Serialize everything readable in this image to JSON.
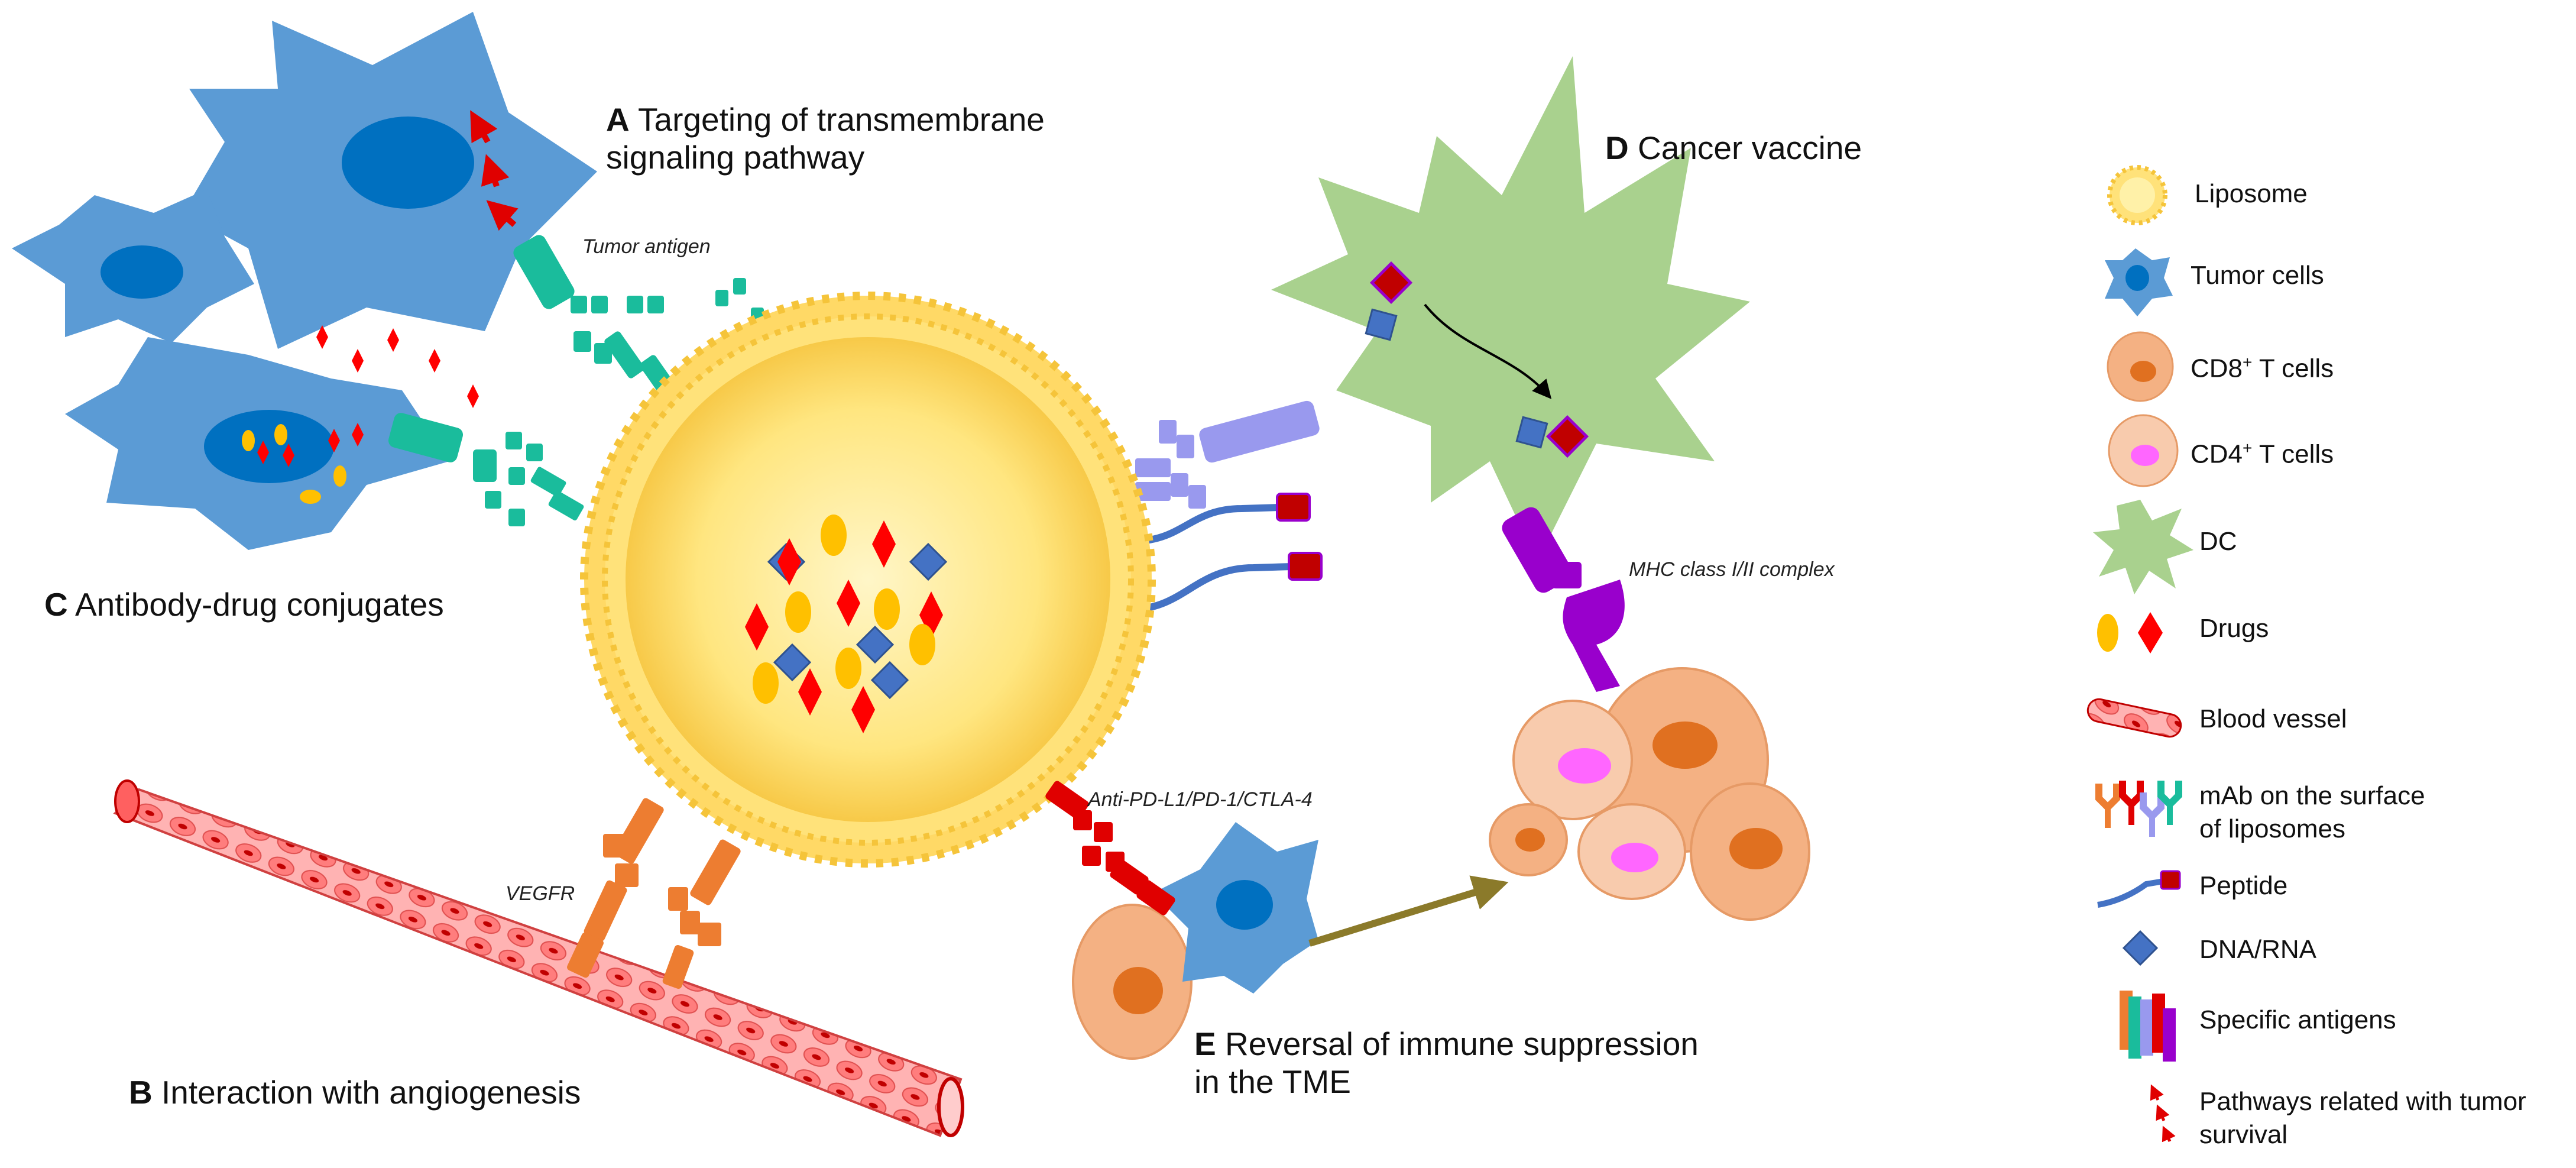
{
  "sections": {
    "a": {
      "letter": "A",
      "line1": "Targeting of transmembrane",
      "line2": "signaling pathway"
    },
    "b": {
      "letter": "B",
      "text": "Interaction with angiogenesis"
    },
    "c": {
      "letter": "C",
      "text": "Antibody-drug conjugates"
    },
    "d": {
      "letter": "D",
      "text": "Cancer vaccine"
    },
    "e": {
      "letter": "E",
      "line1": "Reversal of immune suppression",
      "line2": "in the TME"
    }
  },
  "annotations": {
    "tumor_antigen": "Tumor antigen",
    "vegfr": "VEGFR",
    "anti_pd": "Anti-PD-L1/PD-1/CTLA-4",
    "mhc": "MHC class I/II complex"
  },
  "legend": {
    "liposome": "Liposome",
    "tumor_cells": "Tumor cells",
    "cd8_prefix": "CD8",
    "cd8_sup": "+",
    "cd8_suffix": " T cells",
    "cd4_prefix": "CD4",
    "cd4_sup": "+",
    "cd4_suffix": " T cells",
    "dc": "DC",
    "drugs": "Drugs",
    "blood_vessel": "Blood vessel",
    "mab_line1": "mAb on the surface",
    "mab_line2": "of liposomes",
    "peptide": "Peptide",
    "dna_rna": "DNA/RNA",
    "specific_antigens": "Specific antigens",
    "pathways_line1": "Pathways related with tumor",
    "pathways_line2": "survival"
  },
  "colors": {
    "tumor": "#5b9bd5",
    "nucleus": "#0070c0",
    "liposome": "#ffd966",
    "drug_red": "#ff0000",
    "drug_yellow": "#ffc000",
    "dna": "#4472c4",
    "dc": "#a9d18e",
    "cd8": "#f4b183",
    "cd4": "#f8cbad",
    "mab_teal": "#1abc9c",
    "mab_orange": "#ed7d31",
    "mab_purple": "#9999ee",
    "mhc": "#9900cc",
    "vessel": "#ff8080"
  }
}
